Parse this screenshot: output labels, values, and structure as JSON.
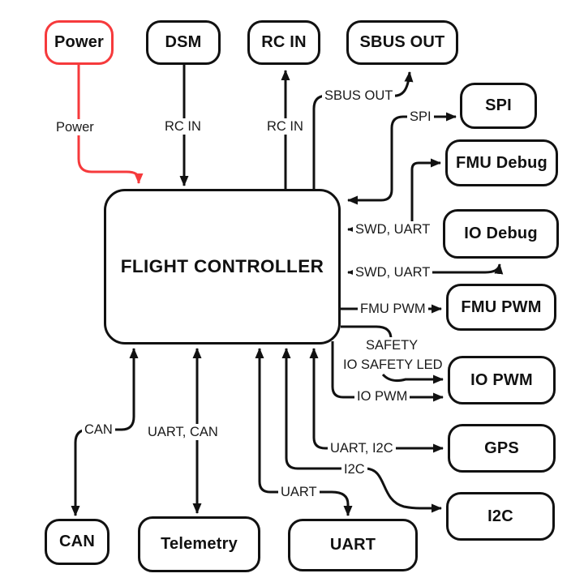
{
  "colors": {
    "line": "#111111",
    "accent_red": "#f63a3c",
    "box_fill": "#ffffff"
  },
  "nodes": {
    "power": {
      "label": "Power"
    },
    "dsm": {
      "label": "DSM"
    },
    "rc_in": {
      "label": "RC IN"
    },
    "sbus_out": {
      "label": "SBUS OUT"
    },
    "spi": {
      "label": "SPI"
    },
    "fmu_debug": {
      "label": "FMU Debug"
    },
    "io_debug": {
      "label": "IO Debug"
    },
    "fmu_pwm": {
      "label": "FMU PWM"
    },
    "io_pwm": {
      "label": "IO PWM"
    },
    "gps": {
      "label": "GPS"
    },
    "i2c": {
      "label": "I2C"
    },
    "can": {
      "label": "CAN"
    },
    "telemetry": {
      "label": "Telemetry"
    },
    "uart": {
      "label": "UART"
    },
    "flight_controller": {
      "label": "FLIGHT CONTROLLER"
    }
  },
  "edge_labels": {
    "power": "Power",
    "dsm_rc_in": "RC IN",
    "rc_in": "RC IN",
    "sbus_out": "SBUS OUT",
    "spi": "SPI",
    "swd_uart_fmu": "SWD, UART",
    "swd_uart_io": "SWD, UART",
    "fmu_pwm": "FMU PWM",
    "safety": "SAFETY",
    "io_safety_led": "IO SAFETY LED",
    "io_pwm": "IO PWM",
    "uart_i2c": "UART, I2C",
    "i2c": "I2C",
    "uart": "UART",
    "uart_can": "UART, CAN",
    "can": "CAN"
  }
}
